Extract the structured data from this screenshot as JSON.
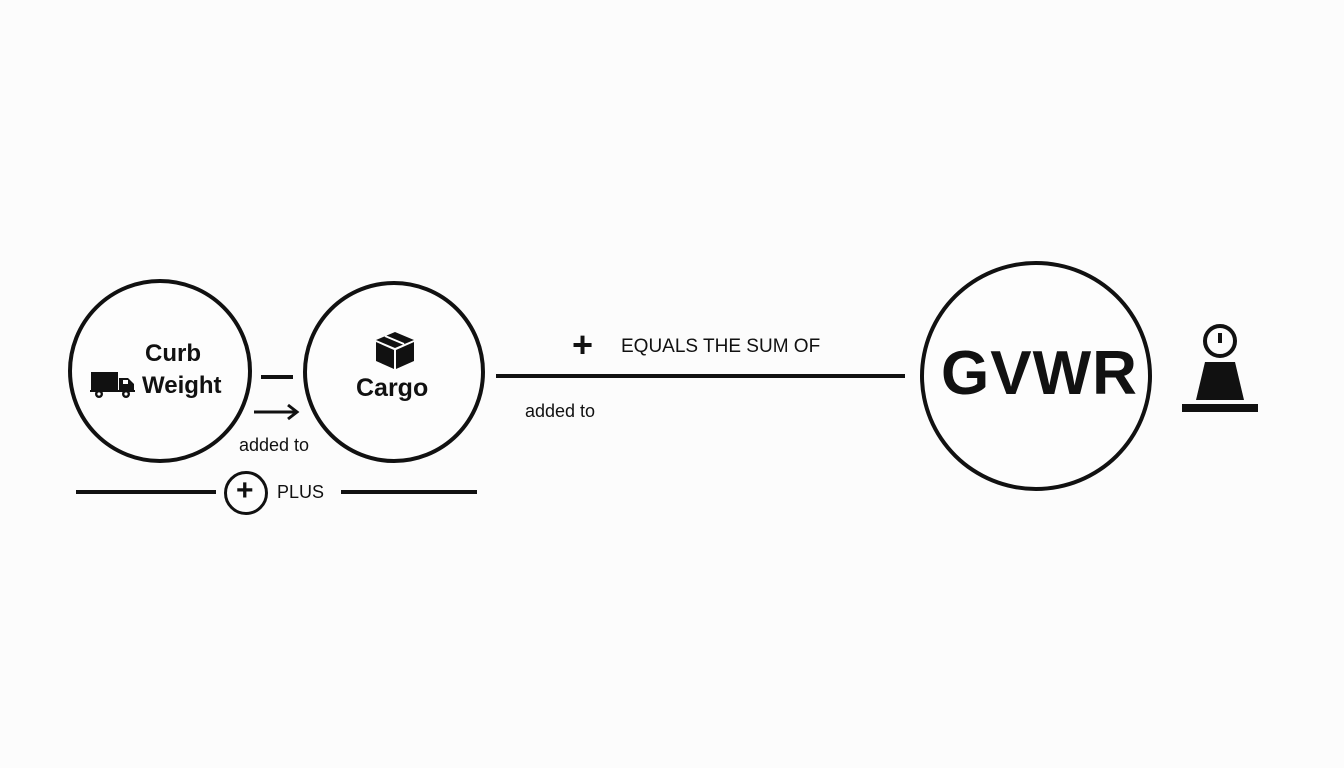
{
  "nodes": {
    "curb_weight": {
      "line1": "Curb",
      "line2": "Weight",
      "icon": "truck-icon"
    },
    "cargo": {
      "label": "Cargo",
      "icon": "box-icon"
    },
    "gvwr": {
      "label": "GVWR",
      "icon": "scale-weight-icon"
    }
  },
  "connectors": {
    "added_to_left": "added to",
    "added_to_right": "added to",
    "plus_label": "PLUS",
    "plus_symbol": "+",
    "equals_symbol": "+",
    "equals_label": "EQUALS THE SUM OF"
  },
  "colors": {
    "stroke": "#111111",
    "background": "#fcfcfc"
  }
}
